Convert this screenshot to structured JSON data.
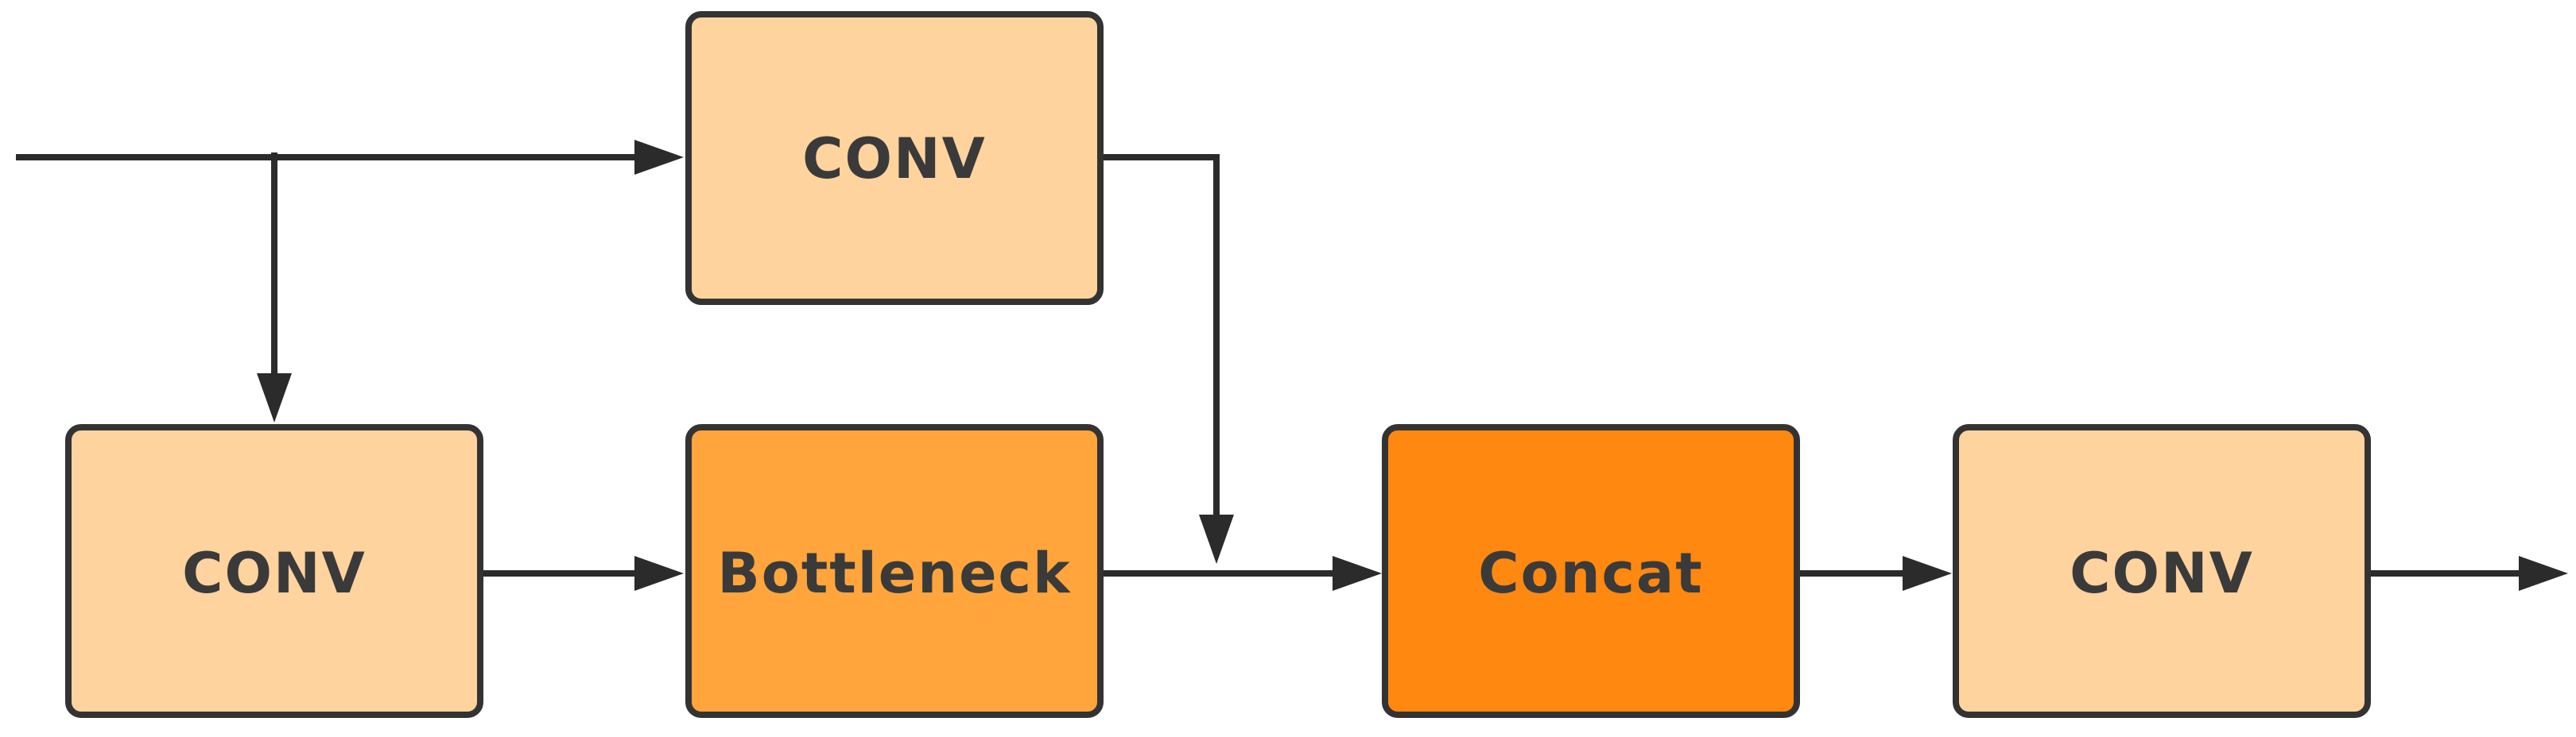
{
  "nodes": {
    "conv_top": {
      "label": "CONV",
      "fill": "#FFD39D"
    },
    "conv_left": {
      "label": "CONV",
      "fill": "#FFD39D"
    },
    "bottleneck": {
      "label": "Bottleneck",
      "fill": "#FFA53C"
    },
    "concat": {
      "label": "Concat",
      "fill": "#FF8811"
    },
    "conv_right": {
      "label": "CONV",
      "fill": "#FFD39D"
    }
  },
  "colors": {
    "light_orange": "#FFD39D",
    "mid_orange": "#FFA53C",
    "dark_orange": "#FF8811",
    "line": "#2b2b2b"
  }
}
